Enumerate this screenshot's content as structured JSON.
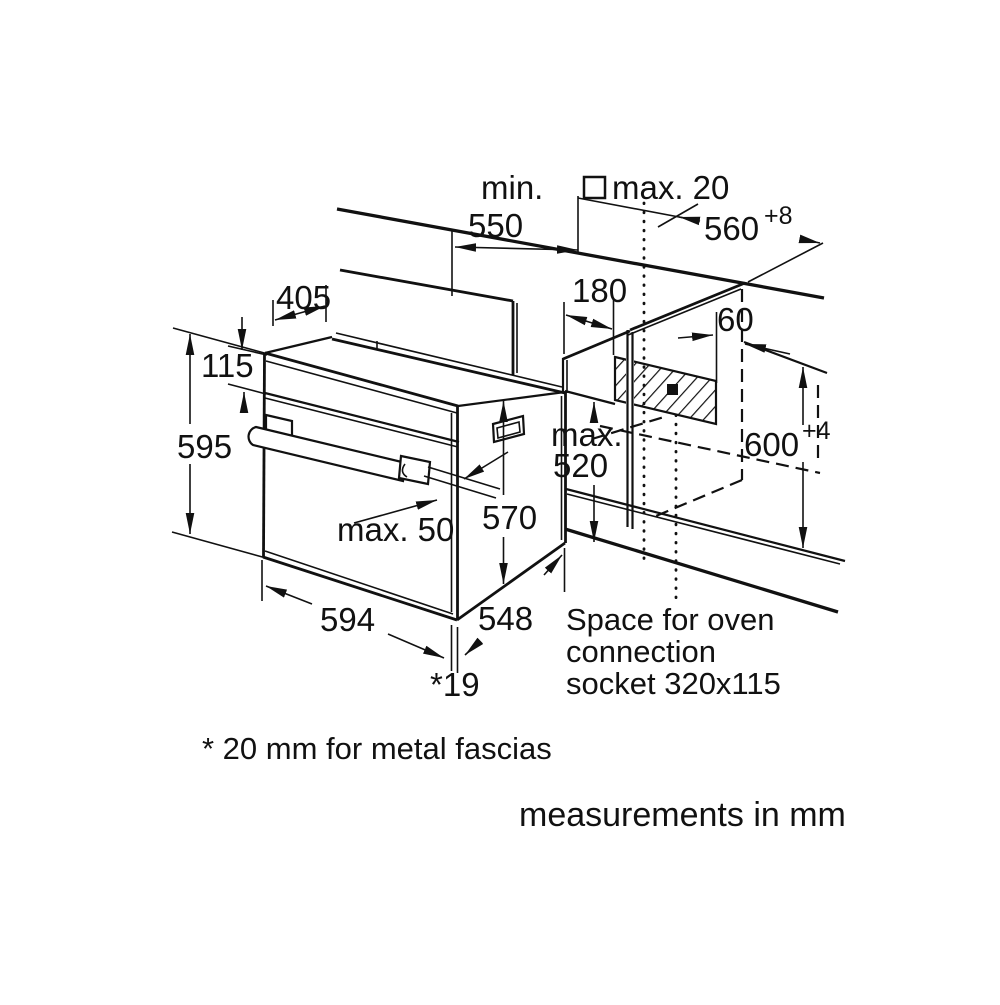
{
  "colors": {
    "ink": "#111111",
    "background": "#ffffff"
  },
  "dims": {
    "min550": {
      "prefix": "min.",
      "value": "550"
    },
    "max20": {
      "label": "max. 20"
    },
    "w560": {
      "value": "560",
      "tolerance": "+8"
    },
    "depth405": {
      "value": "405"
    },
    "panel115": {
      "value": "115"
    },
    "height595": {
      "value": "595"
    },
    "socket180": {
      "value": "180"
    },
    "socket60": {
      "value": "60"
    },
    "max520": {
      "prefix": "max.",
      "value": "520"
    },
    "niche600": {
      "value": "600",
      "tolerance": "+4"
    },
    "handle50": {
      "label": "max. 50"
    },
    "body570": {
      "value": "570"
    },
    "width594": {
      "value": "594"
    },
    "depth548": {
      "value": "548"
    },
    "fascia19": {
      "label": "*19"
    }
  },
  "notes": {
    "socket_line1": "Space for oven",
    "socket_line2": "connection",
    "socket_line3": "socket 320x115",
    "fascia_note": "* 20 mm for metal fascias",
    "units_note": "measurements in mm"
  }
}
